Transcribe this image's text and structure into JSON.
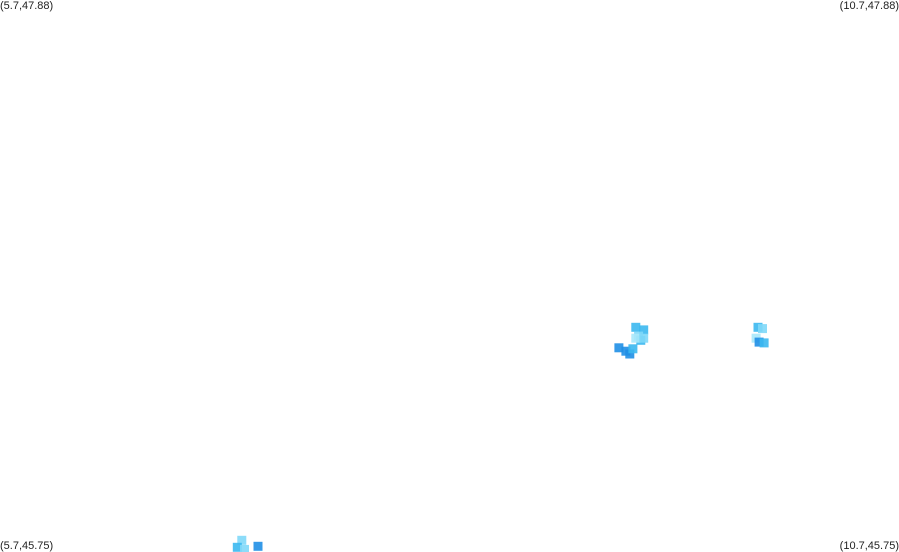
{
  "map": {
    "corners": {
      "top_left": "(5.7,47.88)",
      "top_right": "(10.7,47.88)",
      "bottom_left": "(5.7,45.75)",
      "bottom_right": "(10.7,45.75)"
    },
    "extent": {
      "lon_min": 5.7,
      "lon_max": 10.7,
      "lat_min": 45.75,
      "lat_max": 47.88
    },
    "palette": {
      "light": "#7fd8f8",
      "mid": "#3bb8f0",
      "dark": "#1f8fe6",
      "pale": "#a8e8fb"
    },
    "cluster_points": [
      {
        "lon": 9.236,
        "lat": 46.617,
        "tone": "mid"
      },
      {
        "lon": 9.28,
        "lat": 46.607,
        "tone": "mid"
      },
      {
        "lon": 9.252,
        "lat": 46.583,
        "tone": "light"
      },
      {
        "lon": 9.264,
        "lat": 46.567,
        "tone": "mid"
      },
      {
        "lon": 9.236,
        "lat": 46.575,
        "tone": "pale"
      },
      {
        "lon": 9.28,
        "lat": 46.575,
        "tone": "light"
      },
      {
        "lon": 9.142,
        "lat": 46.538,
        "tone": "dark"
      },
      {
        "lon": 9.181,
        "lat": 46.525,
        "tone": "dark"
      },
      {
        "lon": 9.203,
        "lat": 46.514,
        "tone": "dark"
      },
      {
        "lon": 9.22,
        "lat": 46.534,
        "tone": "mid"
      },
      {
        "lon": 9.916,
        "lat": 46.617,
        "tone": "mid"
      },
      {
        "lon": 9.941,
        "lat": 46.612,
        "tone": "light"
      },
      {
        "lon": 9.905,
        "lat": 46.575,
        "tone": "pale"
      },
      {
        "lon": 9.922,
        "lat": 46.56,
        "tone": "dark"
      },
      {
        "lon": 9.95,
        "lat": 46.557,
        "tone": "mid"
      },
      {
        "lon": 7.045,
        "lat": 45.795,
        "tone": "light"
      },
      {
        "lon": 7.02,
        "lat": 45.768,
        "tone": "mid"
      },
      {
        "lon": 7.135,
        "lat": 45.772,
        "tone": "dark"
      },
      {
        "lon": 7.06,
        "lat": 45.76,
        "tone": "light"
      }
    ]
  }
}
